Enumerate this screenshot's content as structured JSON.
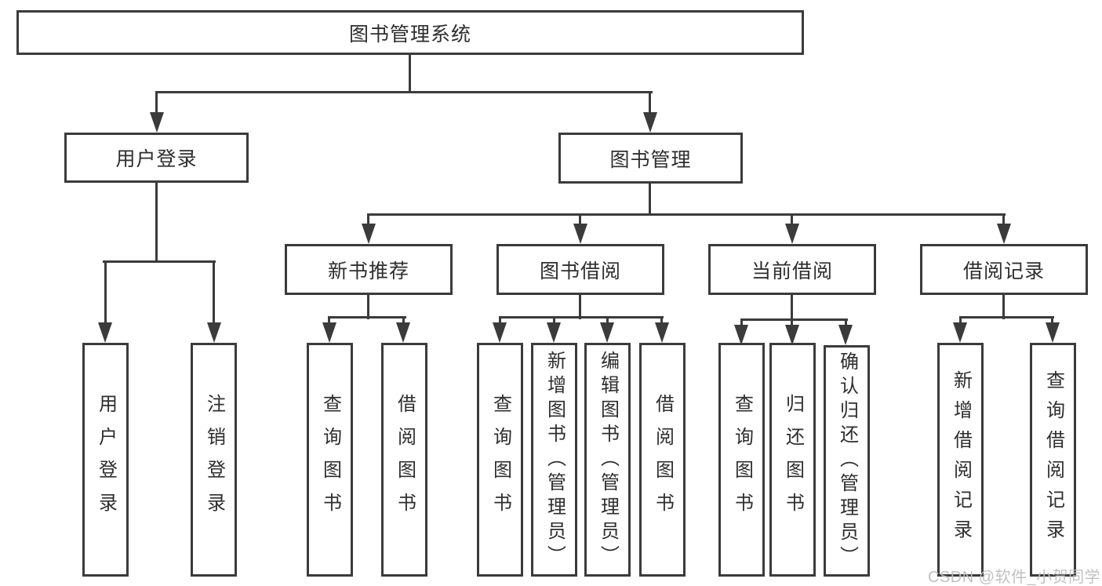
{
  "diagram": {
    "type": "hierarchy",
    "colors": {
      "line": "#3b3b3b",
      "text": "#2e2e2e",
      "box_bg": "#ffffff",
      "watermark": "#bebebe"
    },
    "nodes": {
      "root": {
        "label": "图书管理系统"
      },
      "user_login": {
        "label": "用户登录"
      },
      "book_mgmt": {
        "label": "图书管理"
      },
      "new_book_rec": {
        "label": "新书推荐"
      },
      "book_borrow": {
        "label": "图书借阅"
      },
      "current_borrow": {
        "label": "当前借阅"
      },
      "borrow_records": {
        "label": "借阅记录"
      },
      "leaf_user_login": {
        "label": "用户登录"
      },
      "leaf_logout": {
        "label": "注销登录"
      },
      "leaf_query_book_a": {
        "label": "查询图书"
      },
      "leaf_borrow_book_a": {
        "label": "借阅图书"
      },
      "leaf_query_book_b": {
        "label": "查询图书"
      },
      "leaf_add_book": {
        "label": "新增图书（管理员）"
      },
      "leaf_edit_book": {
        "label": "编辑图书（管理员）"
      },
      "leaf_borrow_book_b": {
        "label": "借阅图书"
      },
      "leaf_query_book_c": {
        "label": "查询图书"
      },
      "leaf_return_book": {
        "label": "归还图书"
      },
      "leaf_confirm_return": {
        "label": "确认归还（管理员）"
      },
      "leaf_add_record": {
        "label": "新增借阅记录"
      },
      "leaf_query_record": {
        "label": "查询借阅记录"
      }
    }
  },
  "watermark": "CSDN @软件_小贺同学"
}
